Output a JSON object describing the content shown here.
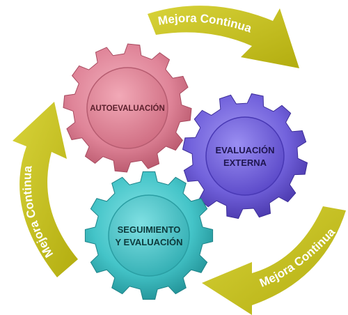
{
  "colors": {
    "arrow": "#c9c316",
    "arrow_dark": "#9e9a0c",
    "gear_pink": "#d9798c",
    "gear_purple": "#6d5bd6",
    "gear_teal": "#3ebfc4"
  },
  "arrows": [
    {
      "id": "top",
      "label": "Mejora Continua"
    },
    {
      "id": "left",
      "label": "Mejora Continua"
    },
    {
      "id": "right",
      "label": "Mejora Continua"
    }
  ],
  "gears": [
    {
      "id": "autoevaluacion",
      "lines": [
        "AUTOEVALUACIÓN"
      ]
    },
    {
      "id": "evaluacion-externa",
      "lines": [
        "EVALUACIÓN",
        "EXTERNA"
      ]
    },
    {
      "id": "seguimiento",
      "lines": [
        "SEGUIMIENTO",
        "Y EVALUACIÓN"
      ]
    }
  ]
}
